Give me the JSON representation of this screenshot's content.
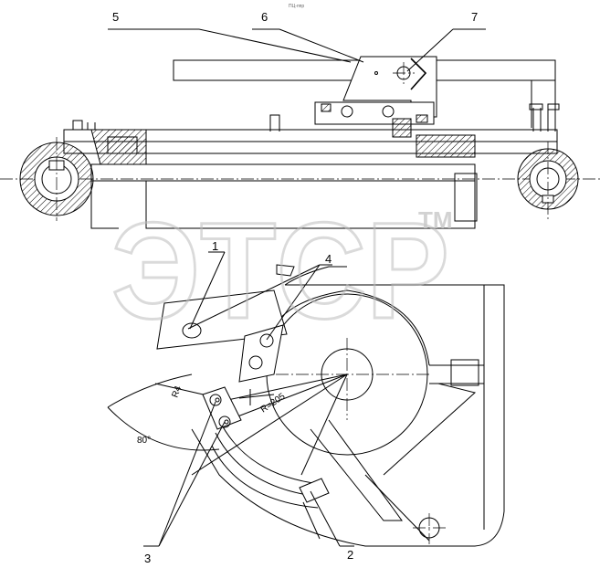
{
  "top_note": "ПЦ-ппр",
  "callouts": {
    "c5": "5",
    "c6": "6",
    "c7": "7",
    "c1": "1",
    "c4": "4",
    "c3": "3",
    "c2": "2"
  },
  "dimensions": {
    "d_r4": "R4",
    "d_r205": "R=205",
    "d_angle": "80°"
  },
  "watermark": {
    "text": "ЭТСР",
    "tm": "TM"
  }
}
